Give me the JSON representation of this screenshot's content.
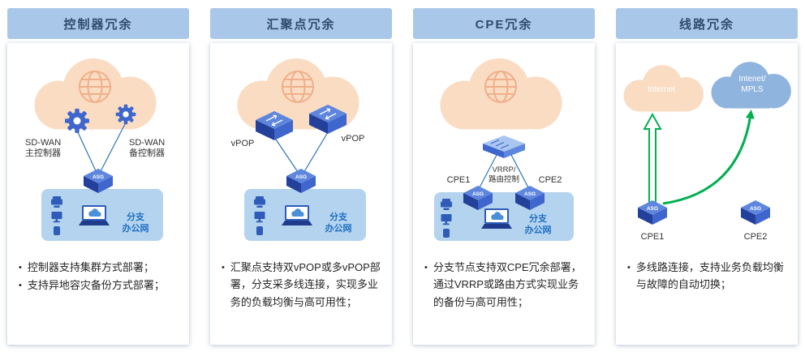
{
  "panels": [
    {
      "title": "控制器冗余",
      "labels": {
        "primary1": "SD-WAN",
        "primary2": "主控制器",
        "backup1": "SD-WAN",
        "backup2": "备控制器",
        "asg": "ASG",
        "office1": "分支",
        "office2": "办公网"
      },
      "bullets": [
        "控制器支持集群方式部署；",
        "支持异地容灾备份方式部署；"
      ]
    },
    {
      "title": "汇聚点冗余",
      "labels": {
        "vpop_left": "vPOP",
        "vpop_right": "vPOP",
        "asg": "ASG",
        "office1": "分支",
        "office2": "办公网"
      },
      "bullets": [
        "汇聚点支持双vPOP或多vPOP部署，分支采多线连接，实现多业务的负载均衡与高可用性；"
      ]
    },
    {
      "title": "CPE冗余",
      "labels": {
        "cpe1": "CPE1",
        "vrrp1": "VRRP/",
        "vrrp2": "路由控制",
        "cpe2": "CPE2",
        "asg1": "ASG",
        "asg2": "ASG",
        "office1": "分支",
        "office2": "办公网"
      },
      "bullets": [
        "分支节点支持双CPE冗余部署，通过VRRP或路由方式实现业务的备份与高可用性；"
      ]
    },
    {
      "title": "线路冗余",
      "labels": {
        "cloud_left": "Internet",
        "cloud_right1": "Intenet/",
        "cloud_right2": "MPLS",
        "asg1": "ASG",
        "asg2": "ASG",
        "cpe1": "CPE1",
        "cpe2": "CPE2"
      },
      "bullets": [
        "多线路连接，支持业务负载均衡与故障的自动切换；"
      ]
    }
  ],
  "colors": {
    "header_bg": "#A9C7E8",
    "header_text": "#2F4B6E",
    "cloud_peach": "#FADCC3",
    "cloud_blue": "#8FB4DE",
    "globe_stroke": "#EFAF8A",
    "device_blue": "#3E66CC",
    "device_blue_dark": "#23409A",
    "device_blue_light": "#5E86DE",
    "branch_box": "#B4D3EE",
    "office_text": "#1F6FC4",
    "link_line": "#2E75B6",
    "arrow_green": "#00B050",
    "bullet_text": "#262626"
  },
  "icons": {
    "cloud": "cloud-icon",
    "globe": "globe-icon",
    "gear": "gear-icon",
    "router": "router-device-icon",
    "switch": "switch-device-icon",
    "asg": "asg-device-icon",
    "laptop": "laptop-cloud-icon",
    "office_devices": "office-devices-icon",
    "green_arrow": "green-arrow-icon"
  }
}
